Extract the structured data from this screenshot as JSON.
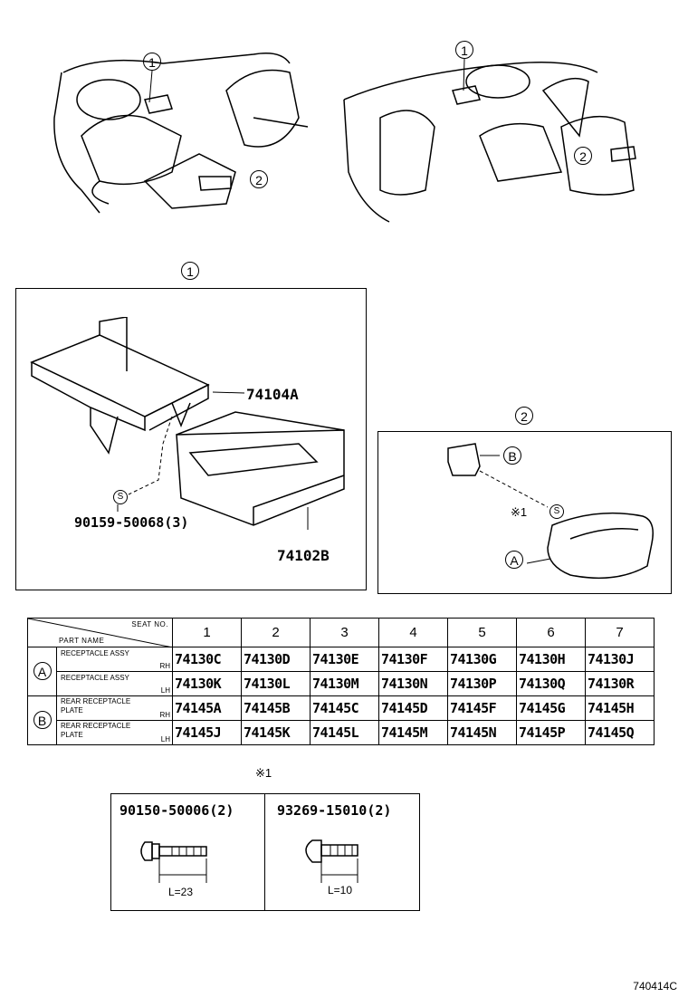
{
  "callouts": {
    "one": "1",
    "two": "2",
    "A": "A",
    "B": "B",
    "S": "S"
  },
  "parts": {
    "bracket": "74104A",
    "screw": "90159-50068(3)",
    "receptacle": "74102B",
    "note_mark": "※1"
  },
  "table": {
    "header_seat": "SEAT NO.",
    "header_part": "PART NAME",
    "seat_numbers": [
      "1",
      "2",
      "3",
      "4",
      "5",
      "6",
      "7"
    ],
    "rows": [
      {
        "group": "A",
        "name": "RECEPTACLE ASSY",
        "side": "RH",
        "codes": [
          "74130C",
          "74130D",
          "74130E",
          "74130F",
          "74130G",
          "74130H",
          "74130J"
        ]
      },
      {
        "group": "A",
        "name": "RECEPTACLE ASSY",
        "side": "LH",
        "codes": [
          "74130K",
          "74130L",
          "74130M",
          "74130N",
          "74130P",
          "74130Q",
          "74130R"
        ]
      },
      {
        "group": "B",
        "name": "REAR RECEPTACLE PLATE",
        "side": "RH",
        "codes": [
          "74145A",
          "74145B",
          "74145C",
          "74145D",
          "74145F",
          "74145G",
          "74145H"
        ]
      },
      {
        "group": "B",
        "name": "REAR RECEPTACLE PLATE",
        "side": "LH",
        "codes": [
          "74145J",
          "74145K",
          "74145L",
          "74145M",
          "74145N",
          "74145P",
          "74145Q"
        ]
      }
    ]
  },
  "screws": {
    "note": "※1",
    "left_part": "90150-50006(2)",
    "left_length": "L=23",
    "right_part": "93269-15010(2)",
    "right_length": "L=10"
  },
  "footer": "740414C"
}
